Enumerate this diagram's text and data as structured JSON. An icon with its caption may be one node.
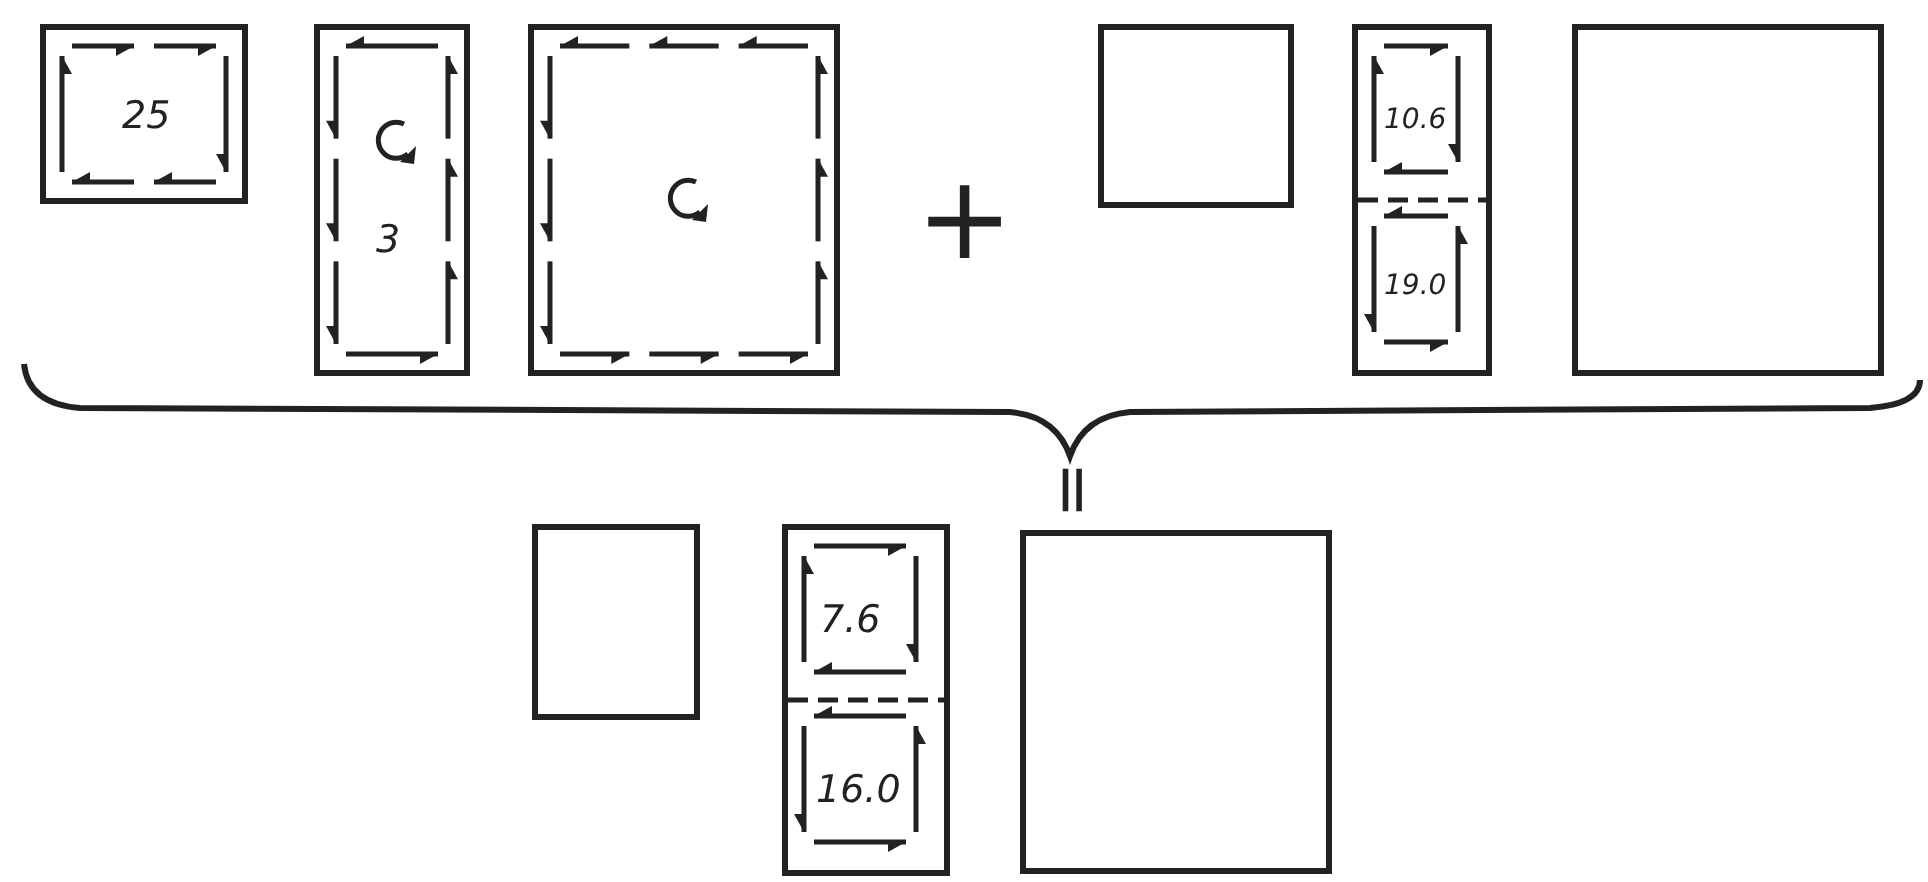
{
  "diagram": {
    "nodes": [
      {
        "text": [
          "25"
        ]
      },
      {
        "text": [
          "3"
        ]
      },
      {
        "text": [],
        "shape": "box"
      },
      {
        "text": [],
        "shape": "box"
      },
      {
        "text": [],
        "shape": "box"
      },
      {
        "text": [
          "10.6"
        ],
        "in": 4
      },
      {
        "text": [
          "19.0"
        ],
        "in": 4
      },
      {
        "text": [],
        "shape": "box"
      },
      {
        "text": [],
        "shape": "box"
      },
      {
        "text": [],
        "shape": "box"
      },
      {
        "text": [
          "7.6"
        ],
        "in": 9
      },
      {
        "text": [
          "16.0"
        ],
        "in": 9
      },
      {
        "text": [],
        "shape": "box"
      }
    ],
    "labels": [
      "+",
      "="
    ]
  }
}
